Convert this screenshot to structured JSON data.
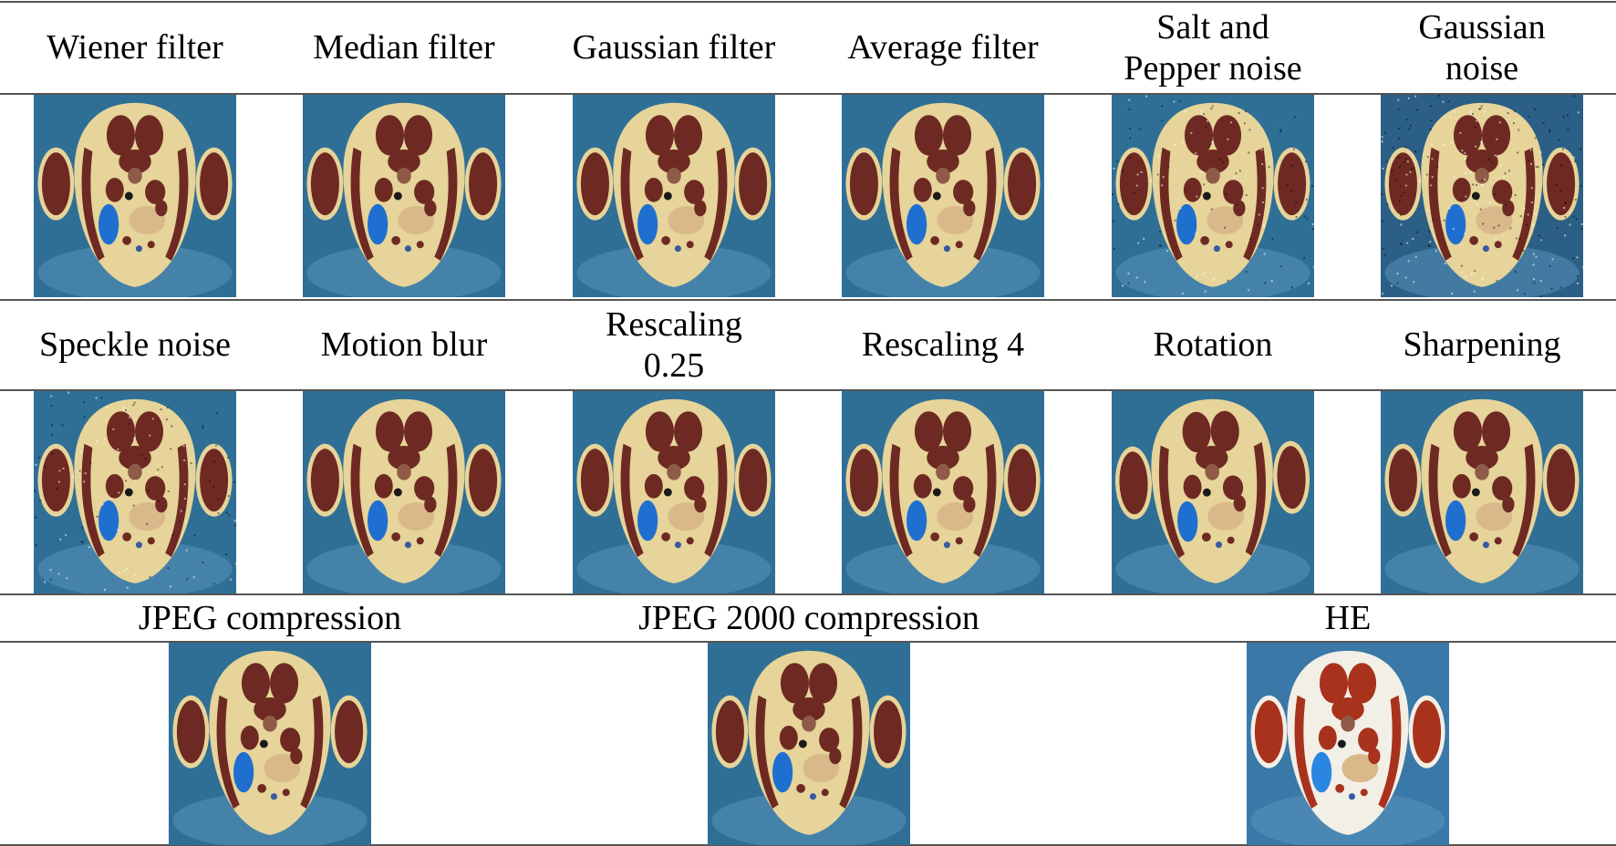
{
  "rows": [
    {
      "labels": [
        "Wiener filter",
        "Median filter",
        "Gaussian filter",
        "Average filter",
        "Salt and\nPepper noise",
        "Gaussian\nnoise"
      ],
      "variants": [
        "normal",
        "normal",
        "normal",
        "normal",
        "salt-pepper",
        "gaussian-noise"
      ]
    },
    {
      "labels": [
        "Speckle noise",
        "Motion blur",
        "Rescaling\n0.25",
        "Rescaling 4",
        "Rotation",
        "Sharpening"
      ],
      "variants": [
        "speckle",
        "normal",
        "normal",
        "normal",
        "rotation",
        "normal"
      ]
    },
    {
      "labels": [
        "JPEG compression",
        "JPEG 2000 compression",
        "HE"
      ],
      "variants": [
        "normal",
        "normal",
        "he"
      ]
    }
  ],
  "colors": {
    "background_blue": "#2f6f96",
    "body_cream": "#e6d49a",
    "organ_brown": "#6e2a22",
    "lesion_blue": "#1f6fd0",
    "rule_gray": "#555555"
  }
}
